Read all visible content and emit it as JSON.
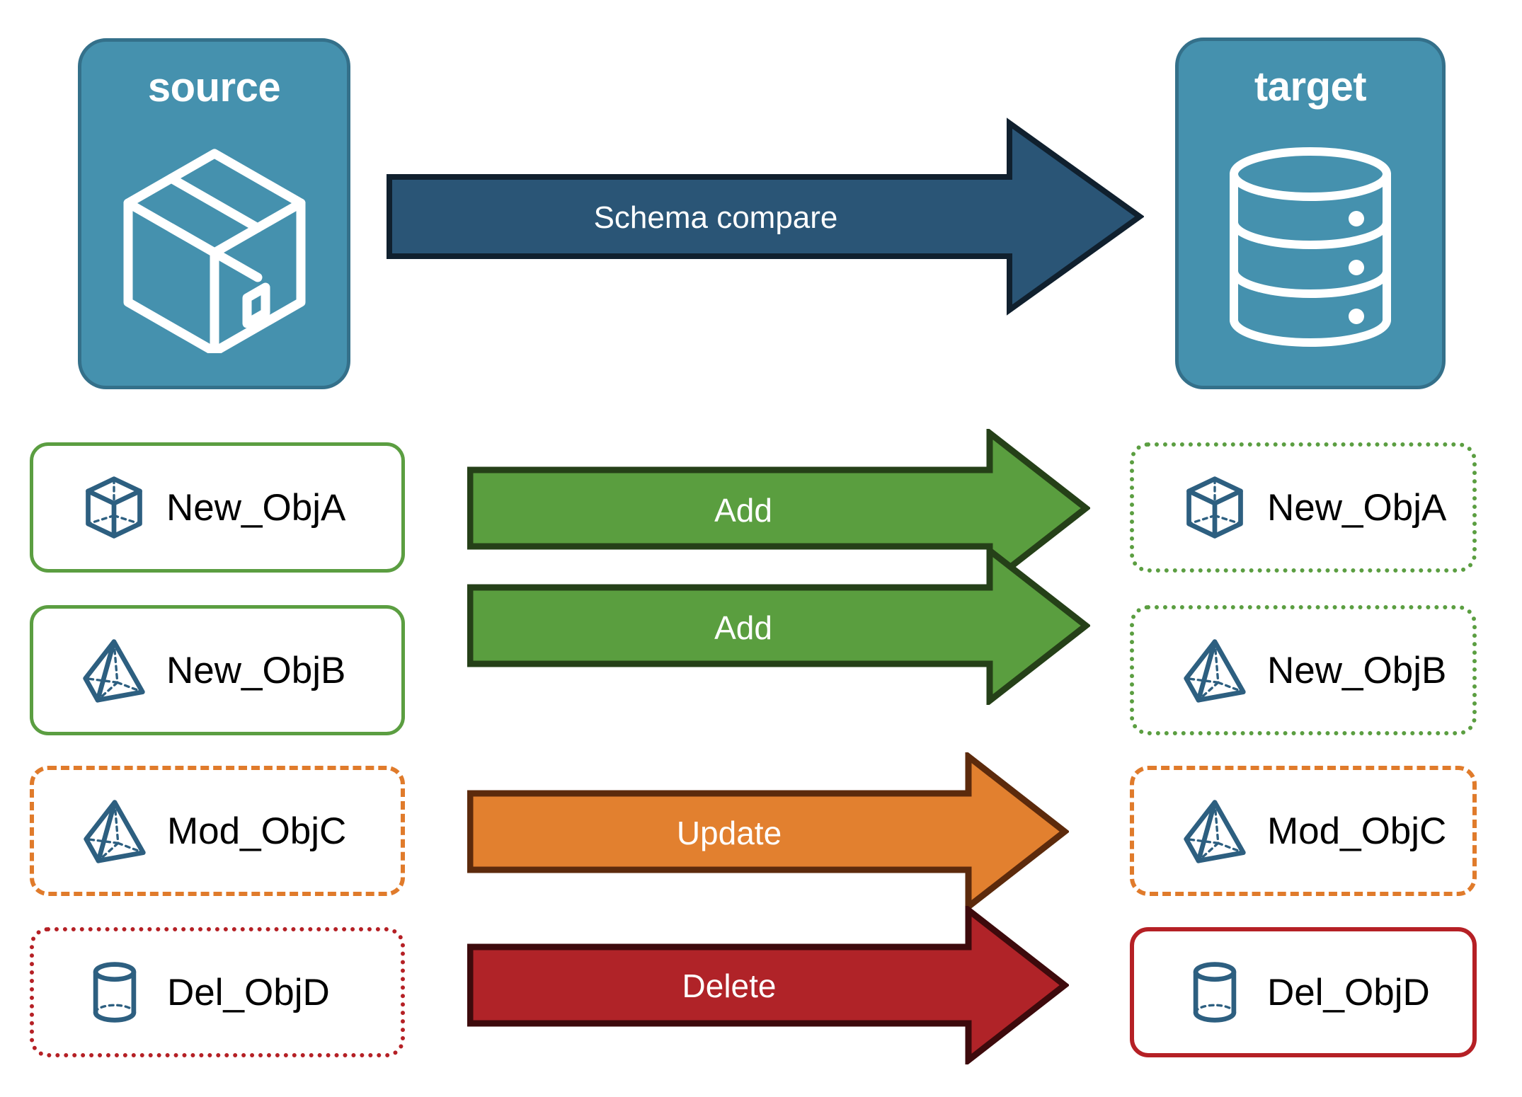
{
  "diagram": {
    "title": "Schema compare",
    "endpoints": {
      "source": {
        "label": "source",
        "icon": "package-box-icon"
      },
      "target": {
        "label": "target",
        "icon": "database-cylinder-icon"
      }
    },
    "main_arrow": {
      "label": "Schema compare",
      "color": "#2a5576",
      "outline": "#10202e"
    },
    "rows": [
      {
        "source_label": "New_ObjA",
        "target_label": "New_ObjA",
        "action": "Add",
        "icon": "wireframe-cube-icon",
        "arrow_fill": "#5a9e3f",
        "arrow_outline": "#254018",
        "source_border_color": "#5b9e41",
        "source_border_style": "solid",
        "target_border_color": "#5b9e41",
        "target_border_style": "dotted"
      },
      {
        "source_label": "New_ObjB",
        "target_label": "New_ObjB",
        "action": "Add",
        "icon": "wireframe-pyramid-icon",
        "arrow_fill": "#5a9e3f",
        "arrow_outline": "#254018",
        "source_border_color": "#5b9e41",
        "source_border_style": "solid",
        "target_border_color": "#5b9e41",
        "target_border_style": "dotted"
      },
      {
        "source_label": "Mod_ObjC",
        "target_label": "Mod_ObjC",
        "action": "Update",
        "icon": "wireframe-pyramid-icon",
        "arrow_fill": "#e2802f",
        "arrow_outline": "#5c2a0c",
        "source_border_color": "#e07b2b",
        "source_border_style": "dashed",
        "target_border_color": "#e07b2b",
        "target_border_style": "dashed"
      },
      {
        "source_label": "Del_ObjD",
        "target_label": "Del_ObjD",
        "action": "Delete",
        "icon": "wireframe-cylinder-icon",
        "arrow_fill": "#b02328",
        "arrow_outline": "#3d0a0c",
        "source_border_color": "#b52025",
        "source_border_style": "dotted",
        "target_border_color": "#b52025",
        "target_border_style": "solid"
      }
    ],
    "colors": {
      "panel_fill": "#4591ae",
      "panel_stroke": "#34708a",
      "icon_stroke": "#2d5f80",
      "green": "#5a9e3f",
      "orange": "#e2802f",
      "red": "#b02328",
      "navy": "#2a5576"
    }
  }
}
